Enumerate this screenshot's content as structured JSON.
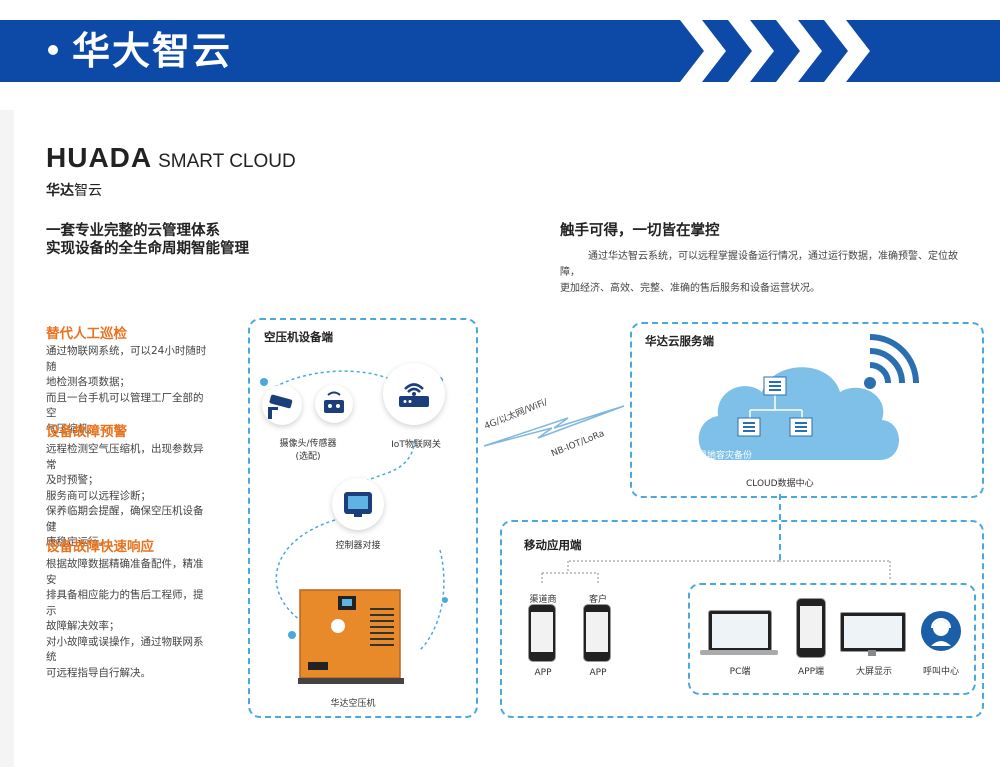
{
  "header": {
    "title": "华大智云"
  },
  "brand": {
    "en_bold": "HUADA",
    "en_light": "SMART CLOUD",
    "cn_bold": "华达",
    "cn_light": "智云"
  },
  "left_heading": [
    "一套专业完整的云管理体系",
    "实现设备的全生命周期智能管理"
  ],
  "right_heading": "触手可得，一切皆在掌控",
  "right_paragraph": [
    "通过华达智云系统，可以远程掌握设备运行情况，通过运行数据，准确预警、定位故障，",
    "更加经济、高效、完整、准确的售后服务和设备运营状况。"
  ],
  "features": [
    {
      "title": "替代人工巡检",
      "lines": [
        "通过物联网系统，可以24小时随时随",
        "地检测各项数据；",
        "而且一台手机可以管理工厂全部的空",
        "气压缩机。"
      ]
    },
    {
      "title": "设备故障预警",
      "lines": [
        "远程检测空气压缩机，出现参数异常",
        "及时预警；",
        "服务商可以远程诊断；",
        "保养临期会提醒，确保空压机设备健",
        "康稳定运行。"
      ]
    },
    {
      "title": "设备故障快速响应",
      "lines": [
        "根据故障数据精确准备配件，精准安",
        "排具备相应能力的售后工程师，提示",
        "故障解决效率；",
        "对小故障或误操作，通过物联网系统",
        "可远程指导自行解决。"
      ]
    }
  ],
  "device_box": {
    "title": "空压机设备端",
    "camera_label": [
      "摄像头/传感器",
      "(选配)"
    ],
    "gateway_label": "IoT物联网关",
    "controller_label": "控制器对接",
    "compressor_label": "华达空压机"
  },
  "network_labels": [
    "4G/以太网/WiFi/",
    "NB-IOT/LoRa"
  ],
  "cloud_box": {
    "title": "华达云服务端",
    "backup_label": "异地容灾备份",
    "datacenter_label": "CLOUD数据中心"
  },
  "mobile_box": {
    "title": "移动应用端",
    "users": [
      {
        "top": "渠道商",
        "bottom": "APP"
      },
      {
        "top": "客户",
        "bottom": "APP"
      }
    ],
    "terminals": [
      "PC端",
      "APP端",
      "大屏显示",
      "呼叫中心"
    ]
  },
  "colors": {
    "banner": "#0d4aa8",
    "accent_orange": "#e8731e",
    "dash_blue": "#4aa8dc",
    "cloud_blue": "#7ec0e8"
  }
}
